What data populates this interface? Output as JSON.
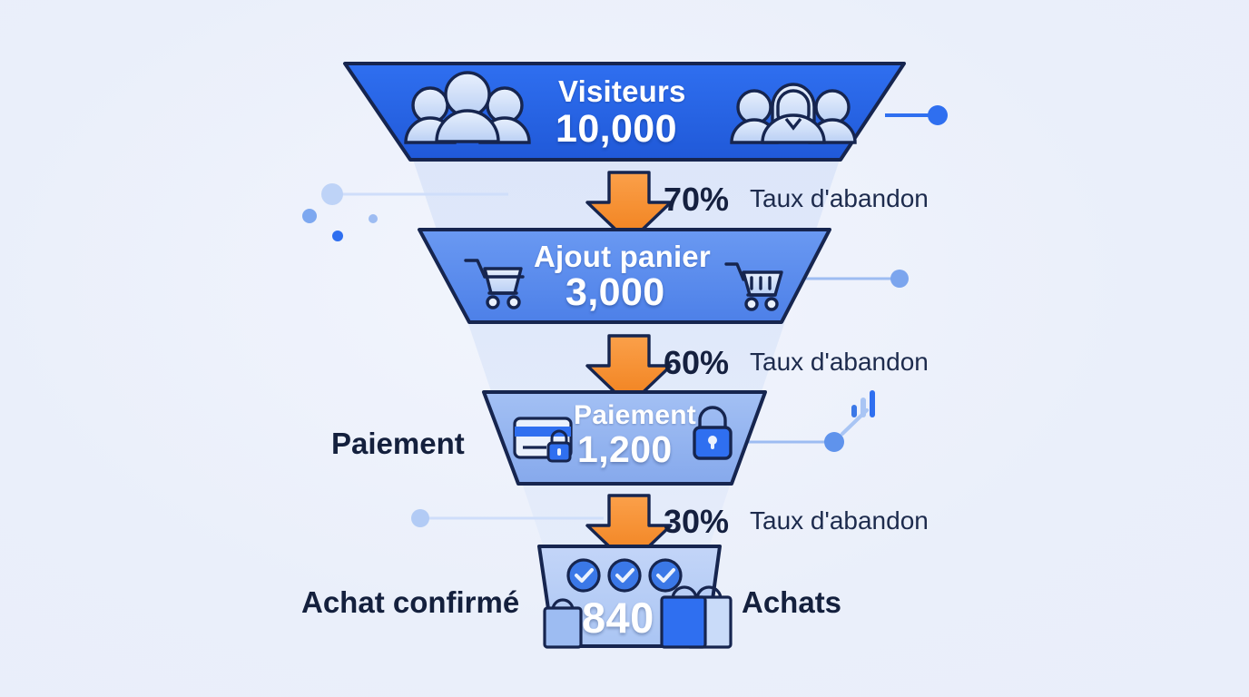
{
  "figure": {
    "type": "funnel",
    "language": "fr",
    "background_color": "#eef2fb"
  },
  "chart_data": {
    "type": "funnel",
    "title": "",
    "subtitle": "",
    "xlabel": "",
    "ylabel": "",
    "legend_position": "none",
    "grid": false,
    "categories": [
      "Visiteurs",
      "Ajout panier",
      "Paiement",
      "Achat confirmé"
    ],
    "values": [
      10000,
      3000,
      1200,
      840
    ],
    "value_labels": [
      "10,000",
      "3,000",
      "1,200",
      "840"
    ],
    "stages": [
      {
        "index": 0,
        "label": "Visiteurs",
        "value": 10000,
        "value_label": "10,000",
        "color": "#2563eb",
        "icons": [
          "users-group-icon",
          "users-group-female-icon"
        ]
      },
      {
        "index": 1,
        "label": "Ajout panier",
        "value": 3000,
        "value_label": "3,000",
        "color": "#5b8def",
        "icons": [
          "shopping-cart-icon",
          "shopping-cart-filled-icon"
        ]
      },
      {
        "index": 2,
        "label": "Paiement",
        "value": 1200,
        "value_label": "1,200",
        "color": "#93b4f0",
        "icons": [
          "credit-card-icon",
          "lock-icon"
        ]
      },
      {
        "index": 3,
        "label": "Achat confirmé",
        "value": 840,
        "value_label": "840",
        "color": "#b7cdf5",
        "icons": [
          "check-circle-icon",
          "shopping-bag-icon"
        ]
      }
    ],
    "transitions": [
      {
        "from": "Visiteurs",
        "to": "Ajout panier",
        "percent": "70%",
        "label": "Taux d'abandon",
        "value": 70
      },
      {
        "from": "Ajout panier",
        "to": "Paiement",
        "percent": "60%",
        "label": "Taux d'abandon",
        "value": 60
      },
      {
        "from": "Paiement",
        "to": "Achat confirmé",
        "percent": "30%",
        "label": "Taux d'abandon",
        "value": 30
      }
    ],
    "arrow_color": "#f5912f"
  },
  "stages": {
    "s0": {
      "title": "Visiteurs",
      "value": "10,000"
    },
    "s1": {
      "title": "Ajout panier",
      "value": "3,000"
    },
    "s2": {
      "title": "Paiement",
      "value": "1,200"
    },
    "s3": {
      "value": "840"
    }
  },
  "drops": {
    "d0": {
      "pct": "70%",
      "label": "Taux d'abandon"
    },
    "d1": {
      "pct": "60%",
      "label": "Taux d'abandon"
    },
    "d2": {
      "pct": "30%",
      "label": "Taux d'abandon"
    }
  },
  "side_labels": {
    "paiement": "Paiement",
    "achat_confirme": "Achat confirmé",
    "achats": "Achats"
  },
  "colors": {
    "funnel_1": "#2563eb",
    "funnel_2": "#5b8def",
    "funnel_3": "#93b4f0",
    "funnel_4": "#b7cdf5",
    "outline": "#16254f",
    "arrow": "#f5912f",
    "arrow_outline": "#16254f",
    "connector": "#8fb2ef",
    "text_dark": "#14203d",
    "text_light": "#ffffff",
    "inner_cone": "#d6e2f7"
  }
}
